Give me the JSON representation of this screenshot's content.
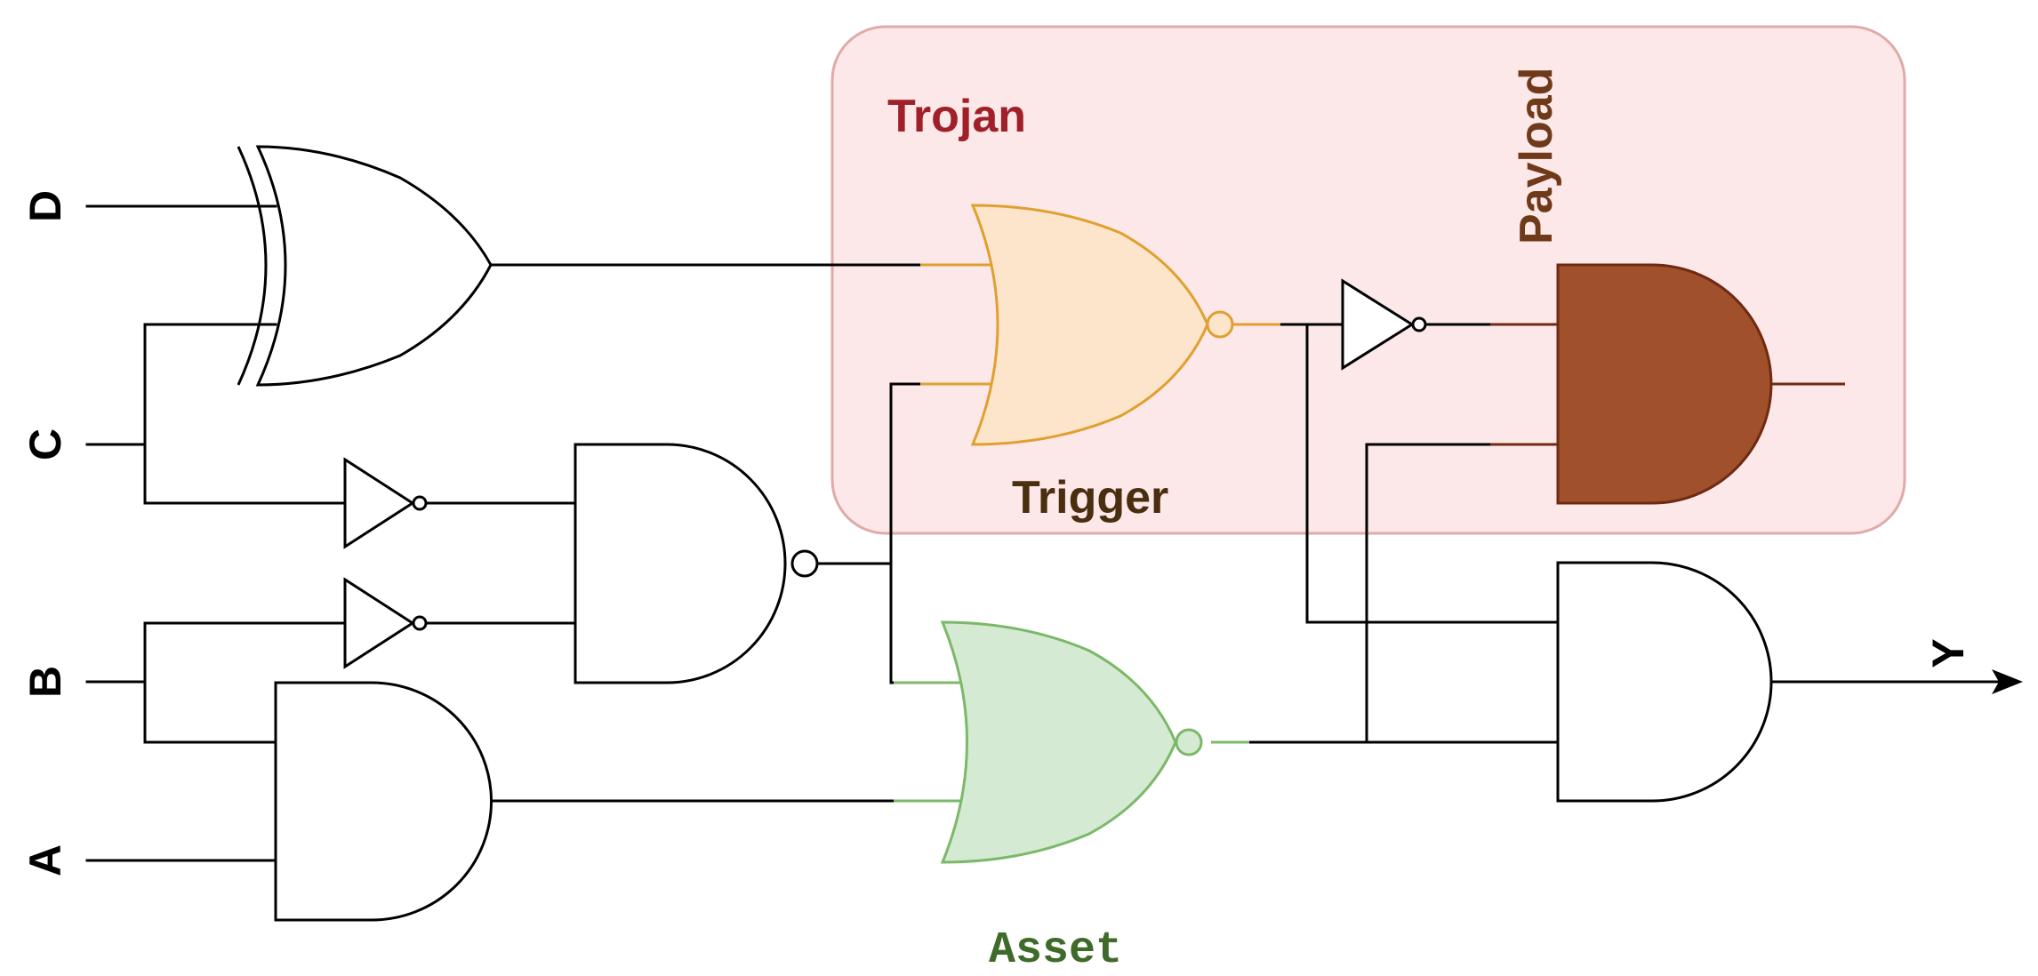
{
  "diagram": {
    "inputs": [
      "D",
      "C",
      "B",
      "A"
    ],
    "output": "Y",
    "trojan_label": "Trojan",
    "trigger_label": "Trigger",
    "payload_label": "Payload",
    "asset_label": "Asset"
  },
  "colors": {
    "trojan_fill": "#fce8e8",
    "trojan_stroke": "#e0aaaa",
    "trojan_text": "#a0202a",
    "trigger_fill": "#fde5cc",
    "trigger_stroke": "#e0a030",
    "trigger_text": "#4a2e10",
    "payload_fill": "#a0502a",
    "payload_stroke": "#6e2a12",
    "payload_text": "#6e3a1a",
    "asset_fill": "#d5ead3",
    "asset_stroke": "#7cb86a",
    "asset_text": "#3f6b2a"
  }
}
